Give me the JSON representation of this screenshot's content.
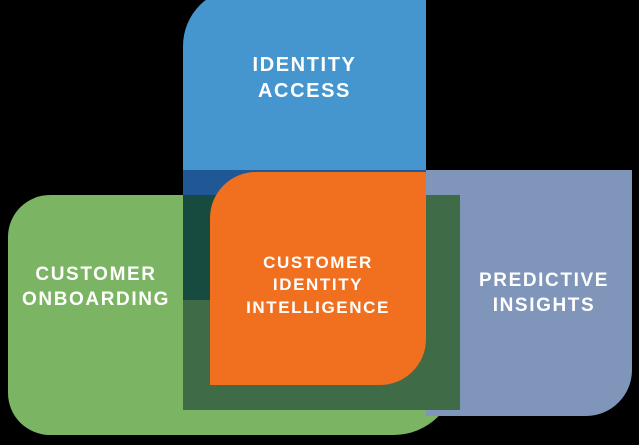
{
  "diagram": {
    "type": "overlapping-quadrant-venn",
    "title": "Customer Identity Intelligence quadrant diagram",
    "background_color": "#000000",
    "panels": [
      {
        "id": "identity-access",
        "label": "IDENTITY\nACCESS",
        "line1": "IDENTITY",
        "line2": "ACCESS",
        "color": "#4595ce",
        "position": "top-center",
        "text_color": "#ffffff"
      },
      {
        "id": "customer-onboarding",
        "label": "CUSTOMER\nONBOARDING",
        "line1": "CUSTOMER",
        "line2": "ONBOARDING",
        "color": "#7bb463",
        "position": "left",
        "text_color": "#ffffff"
      },
      {
        "id": "customer-identity-intelligence",
        "label": "CUSTOMER\nIDENTITY\nINTELLIGENCE",
        "line1": "CUSTOMER",
        "line2": "IDENTITY",
        "line3": "INTELLIGENCE",
        "color": "#f1701f",
        "position": "center",
        "text_color": "#ffffff"
      },
      {
        "id": "predictive-insights",
        "label": "PREDICTIVE\nINSIGHTS",
        "line1": "PREDICTIVE",
        "line2": "INSIGHTS",
        "color": "#7f95ba",
        "position": "right",
        "text_color": "#ffffff"
      }
    ],
    "overlap_colors": {
      "access_x_insights": "#1f5894",
      "access_x_onboarding": "#236b4c",
      "core_backdrop": "#406b47",
      "core_deep": "#174b3f"
    }
  }
}
